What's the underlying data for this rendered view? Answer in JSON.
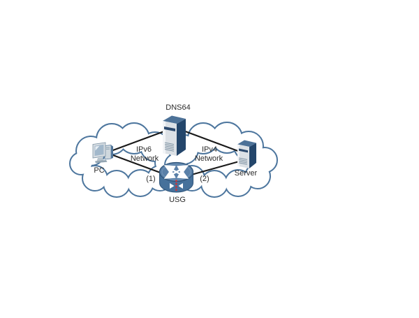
{
  "colors": {
    "cloud_outline": "#4d769e",
    "device_side": "#24466b",
    "device_front": "#dce1e6",
    "device_top": "#4d7298",
    "device_strip": "#2c4a6e",
    "usg_body": "#46719b",
    "usg_top": "#5a80a8",
    "firewall_red": "#d62f2f",
    "link_line": "#1a1a1a",
    "label_text": "#2b2b2b"
  },
  "labels": {
    "dns64": "DNS64",
    "pc": "PC",
    "server": "Server",
    "usg": "USG"
  },
  "networks": {
    "ipv6": {
      "line1": "IPv6",
      "line2": "Network"
    },
    "ipv4": {
      "line1": "IPv4",
      "line2": "Network"
    }
  },
  "links": {
    "link1": "(1)",
    "link2": "(2)"
  }
}
